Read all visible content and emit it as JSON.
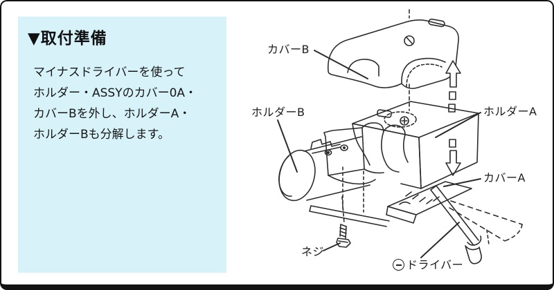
{
  "panel": {
    "heading": "▼取付準備",
    "body_lines": [
      "マイナスドライバーを使って",
      "ホルダー・ASSYのカバー0A・",
      "カバーBを外し、ホルダーA・",
      "ホルダーBも分解します。"
    ]
  },
  "diagram": {
    "labels": {
      "cover_b": "カバーB",
      "holder_b": "ホルダーB",
      "holder_a": "ホルダーA",
      "cover_a": "カバーA",
      "screw": "ネジ",
      "driver": "ドライバー"
    },
    "icons": {
      "driver_prefix": "minus-circle-icon"
    }
  },
  "colors": {
    "panel_bg": "#d7f3f9",
    "frame_border": "#121212",
    "line_art": "#2b2b2b",
    "text": "#1c1c1c"
  }
}
